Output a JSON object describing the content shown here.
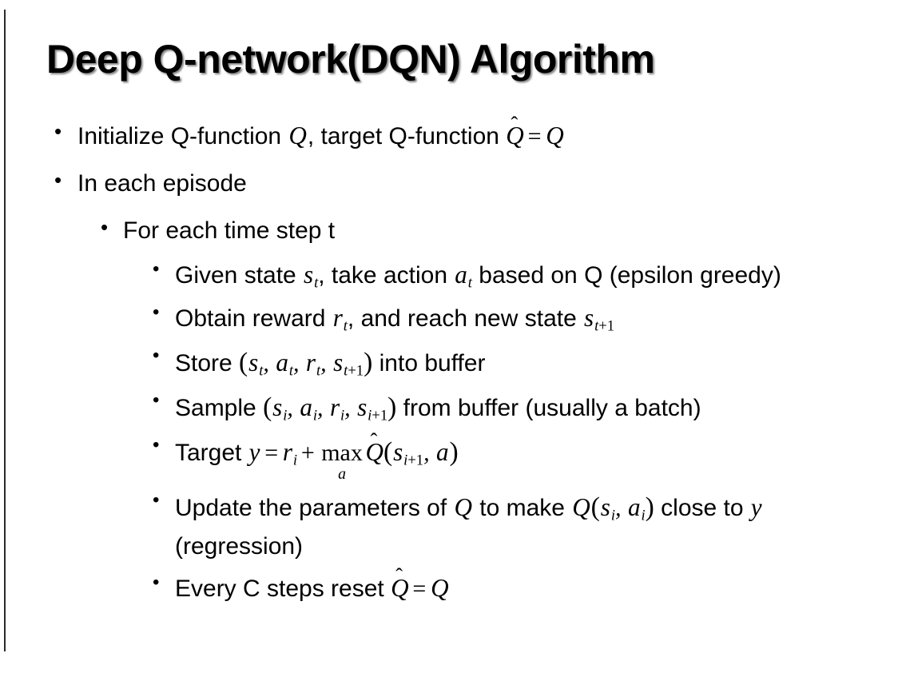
{
  "slide": {
    "title": "Deep Q-network(DQN) Algorithm",
    "background_color": "#ffffff",
    "text_color": "#000000",
    "bullet_glyph": "•",
    "bullets": [
      {
        "level": 1,
        "id": "initialize-q-function",
        "plain_text": "Initialize Q-function Q, target Q-function Q̂ = Q",
        "parts": [
          {
            "kind": "text",
            "value": "Initialize Q-function "
          },
          {
            "kind": "mi",
            "value": "Q"
          },
          {
            "kind": "text",
            "value": ", target Q-function "
          },
          {
            "kind": "qhat",
            "value": "Q"
          },
          {
            "kind": "mo",
            "value": "="
          },
          {
            "kind": "mi",
            "value": "Q"
          }
        ]
      },
      {
        "level": 1,
        "id": "in-each-episode",
        "plain_text": "In each episode",
        "parts": [
          {
            "kind": "text",
            "value": "In each episode"
          }
        ]
      },
      {
        "level": 2,
        "id": "for-each-time-step",
        "plain_text": "For each time step t",
        "parts": [
          {
            "kind": "text",
            "value": "For each time step t"
          }
        ]
      },
      {
        "level": 3,
        "id": "given-state-take-action",
        "plain_text": "Given state s_t, take action a_t based on Q (epsilon greedy)",
        "parts": [
          {
            "kind": "text",
            "value": "Given state "
          },
          {
            "kind": "mi",
            "value": "s"
          },
          {
            "kind": "sub",
            "value": "t"
          },
          {
            "kind": "text",
            "value": ", take action "
          },
          {
            "kind": "mi",
            "value": "a"
          },
          {
            "kind": "sub",
            "value": "t"
          },
          {
            "kind": "text",
            "value": " based on Q (epsilon greedy)"
          }
        ]
      },
      {
        "level": 3,
        "id": "obtain-reward-reach-new-state",
        "plain_text": "Obtain reward r_t, and reach new state s_{t+1}",
        "parts": [
          {
            "kind": "text",
            "value": "Obtain reward "
          },
          {
            "kind": "mi",
            "value": "r"
          },
          {
            "kind": "sub",
            "value": "t"
          },
          {
            "kind": "text",
            "value": ", and reach new state "
          },
          {
            "kind": "mi",
            "value": "s"
          },
          {
            "kind": "sub_mixed",
            "italic": "t",
            "upright": "+1"
          }
        ]
      },
      {
        "level": 3,
        "id": "store-into-buffer",
        "plain_text": "Store (s_t, a_t, r_t, s_{t+1}) into buffer",
        "parts": [
          {
            "kind": "text",
            "value": "Store "
          },
          {
            "kind": "paren",
            "value": "("
          },
          {
            "kind": "mi",
            "value": "s"
          },
          {
            "kind": "sub",
            "value": "t"
          },
          {
            "kind": "comma",
            "value": ", "
          },
          {
            "kind": "mi",
            "value": "a"
          },
          {
            "kind": "sub",
            "value": "t"
          },
          {
            "kind": "comma",
            "value": ", "
          },
          {
            "kind": "mi",
            "value": "r"
          },
          {
            "kind": "sub",
            "value": "t"
          },
          {
            "kind": "comma",
            "value": ", "
          },
          {
            "kind": "mi",
            "value": "s"
          },
          {
            "kind": "sub_mixed",
            "italic": "t",
            "upright": "+1"
          },
          {
            "kind": "paren",
            "value": ")"
          },
          {
            "kind": "text",
            "value": " into buffer"
          }
        ]
      },
      {
        "level": 3,
        "id": "sample-from-buffer",
        "plain_text": "Sample (s_i, a_i, r_i, s_{i+1}) from buffer (usually a batch)",
        "parts": [
          {
            "kind": "text",
            "value": "Sample "
          },
          {
            "kind": "paren",
            "value": "("
          },
          {
            "kind": "mi",
            "value": "s"
          },
          {
            "kind": "sub",
            "value": "i"
          },
          {
            "kind": "comma",
            "value": ", "
          },
          {
            "kind": "mi",
            "value": "a"
          },
          {
            "kind": "sub",
            "value": "i"
          },
          {
            "kind": "comma",
            "value": ", "
          },
          {
            "kind": "mi",
            "value": "r"
          },
          {
            "kind": "sub",
            "value": "i"
          },
          {
            "kind": "comma",
            "value": ", "
          },
          {
            "kind": "mi",
            "value": "s"
          },
          {
            "kind": "sub_mixed",
            "italic": "i",
            "upright": "+1"
          },
          {
            "kind": "paren",
            "value": ")"
          },
          {
            "kind": "text",
            "value": " from buffer (usually a batch)"
          }
        ]
      },
      {
        "level": 3,
        "id": "target-value",
        "plain_text": "Target y = r_i + max_a Q̂(s_{i+1}, a)",
        "parts": [
          {
            "kind": "text",
            "value": "Target "
          },
          {
            "kind": "mi",
            "value": "y"
          },
          {
            "kind": "mo",
            "value": "="
          },
          {
            "kind": "mi",
            "value": "r"
          },
          {
            "kind": "sub",
            "value": "i"
          },
          {
            "kind": "mo",
            "value": "+"
          },
          {
            "kind": "maxop",
            "name": "max",
            "limit": "a"
          },
          {
            "kind": "qhat",
            "value": "Q"
          },
          {
            "kind": "paren",
            "value": "("
          },
          {
            "kind": "mi",
            "value": "s"
          },
          {
            "kind": "sub_mixed",
            "italic": "i",
            "upright": "+1"
          },
          {
            "kind": "comma",
            "value": ", "
          },
          {
            "kind": "mi",
            "value": "a"
          },
          {
            "kind": "paren",
            "value": ")"
          }
        ]
      },
      {
        "level": 3,
        "id": "update-parameters-regression",
        "plain_text": "Update the parameters of Q to make Q(s_i, a_i) close to y (regression)",
        "parts": [
          {
            "kind": "text",
            "value": "Update the parameters of "
          },
          {
            "kind": "mi",
            "value": "Q"
          },
          {
            "kind": "text",
            "value": " to make "
          },
          {
            "kind": "mi",
            "value": "Q"
          },
          {
            "kind": "paren",
            "value": "("
          },
          {
            "kind": "mi",
            "value": "s"
          },
          {
            "kind": "sub",
            "value": "i"
          },
          {
            "kind": "comma",
            "value": ", "
          },
          {
            "kind": "mi",
            "value": "a"
          },
          {
            "kind": "sub",
            "value": "i"
          },
          {
            "kind": "paren",
            "value": ")"
          },
          {
            "kind": "text",
            "value": " close to "
          },
          {
            "kind": "mi",
            "value": "y"
          },
          {
            "kind": "text",
            "value": " (regression)"
          }
        ]
      },
      {
        "level": 3,
        "id": "every-c-steps-reset",
        "plain_text": "Every C steps reset Q̂ = Q",
        "parts": [
          {
            "kind": "text",
            "value": "Every C steps reset "
          },
          {
            "kind": "qhat",
            "value": "Q"
          },
          {
            "kind": "mo",
            "value": "="
          },
          {
            "kind": "mi",
            "value": "Q"
          }
        ]
      }
    ]
  }
}
